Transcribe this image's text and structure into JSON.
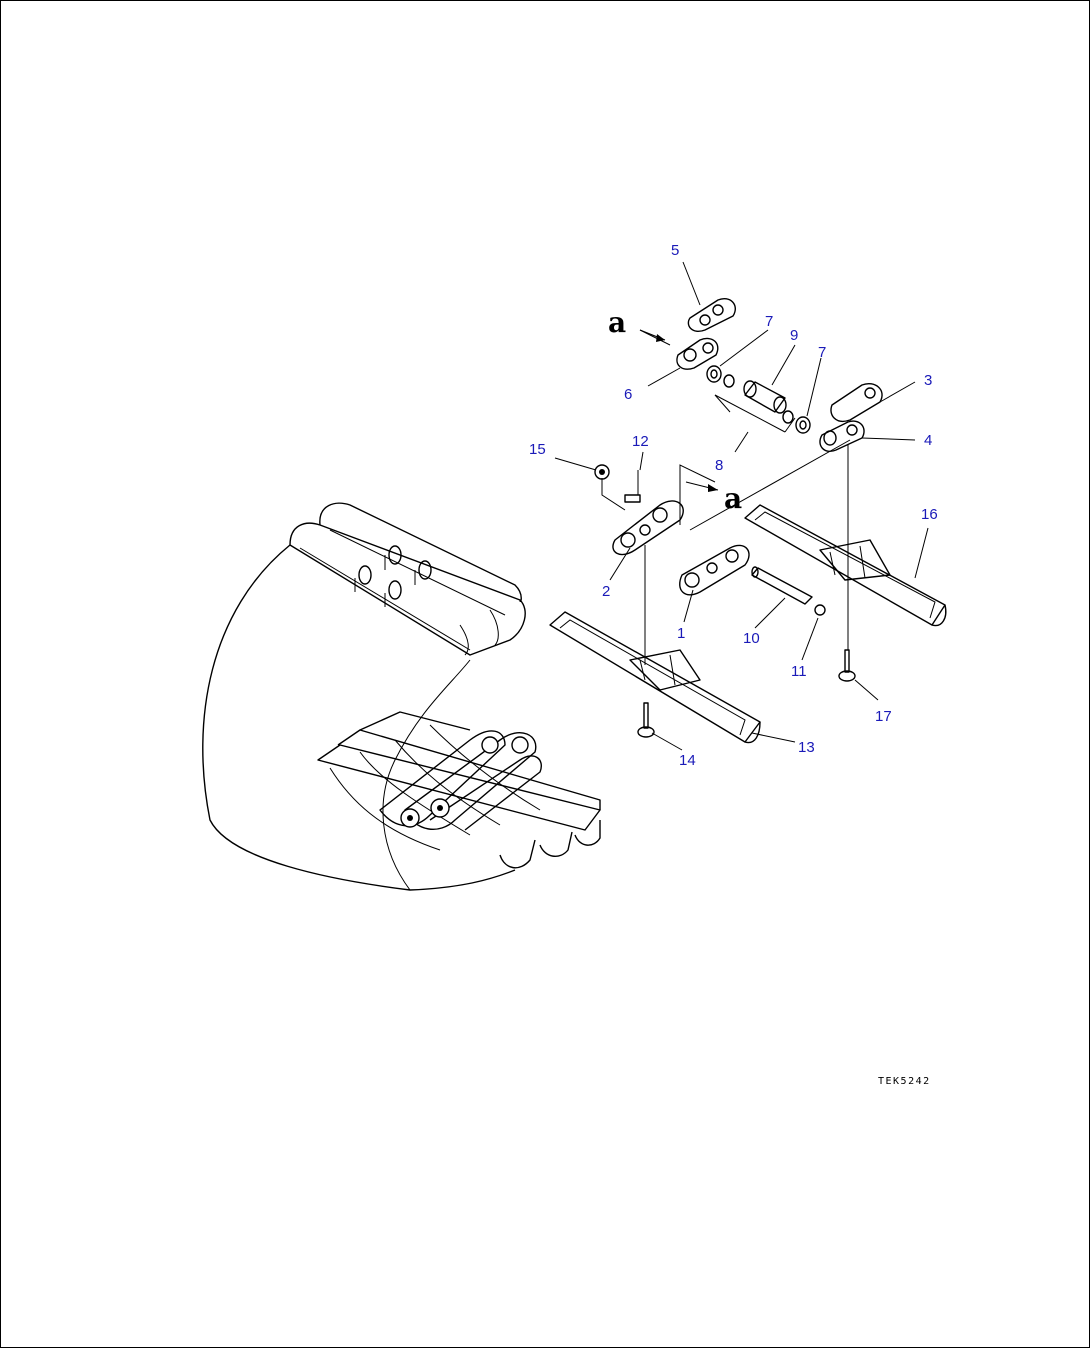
{
  "diagram": {
    "callouts": [
      {
        "id": "c1",
        "label": "1"
      },
      {
        "id": "c2",
        "label": "2"
      },
      {
        "id": "c3",
        "label": "3"
      },
      {
        "id": "c4",
        "label": "4"
      },
      {
        "id": "c5",
        "label": "5"
      },
      {
        "id": "c6",
        "label": "6"
      },
      {
        "id": "c7a",
        "label": "7"
      },
      {
        "id": "c7b",
        "label": "7"
      },
      {
        "id": "c8",
        "label": "8"
      },
      {
        "id": "c9",
        "label": "9"
      },
      {
        "id": "c10",
        "label": "10"
      },
      {
        "id": "c11",
        "label": "11"
      },
      {
        "id": "c12",
        "label": "12"
      },
      {
        "id": "c13",
        "label": "13"
      },
      {
        "id": "c14",
        "label": "14"
      },
      {
        "id": "c15",
        "label": "15"
      },
      {
        "id": "c16",
        "label": "16"
      },
      {
        "id": "c17",
        "label": "17"
      }
    ],
    "view_marker_top": "a",
    "view_marker_mid": "a",
    "drawing_code": "TEK5242",
    "label_color": "#1a1ab8"
  }
}
